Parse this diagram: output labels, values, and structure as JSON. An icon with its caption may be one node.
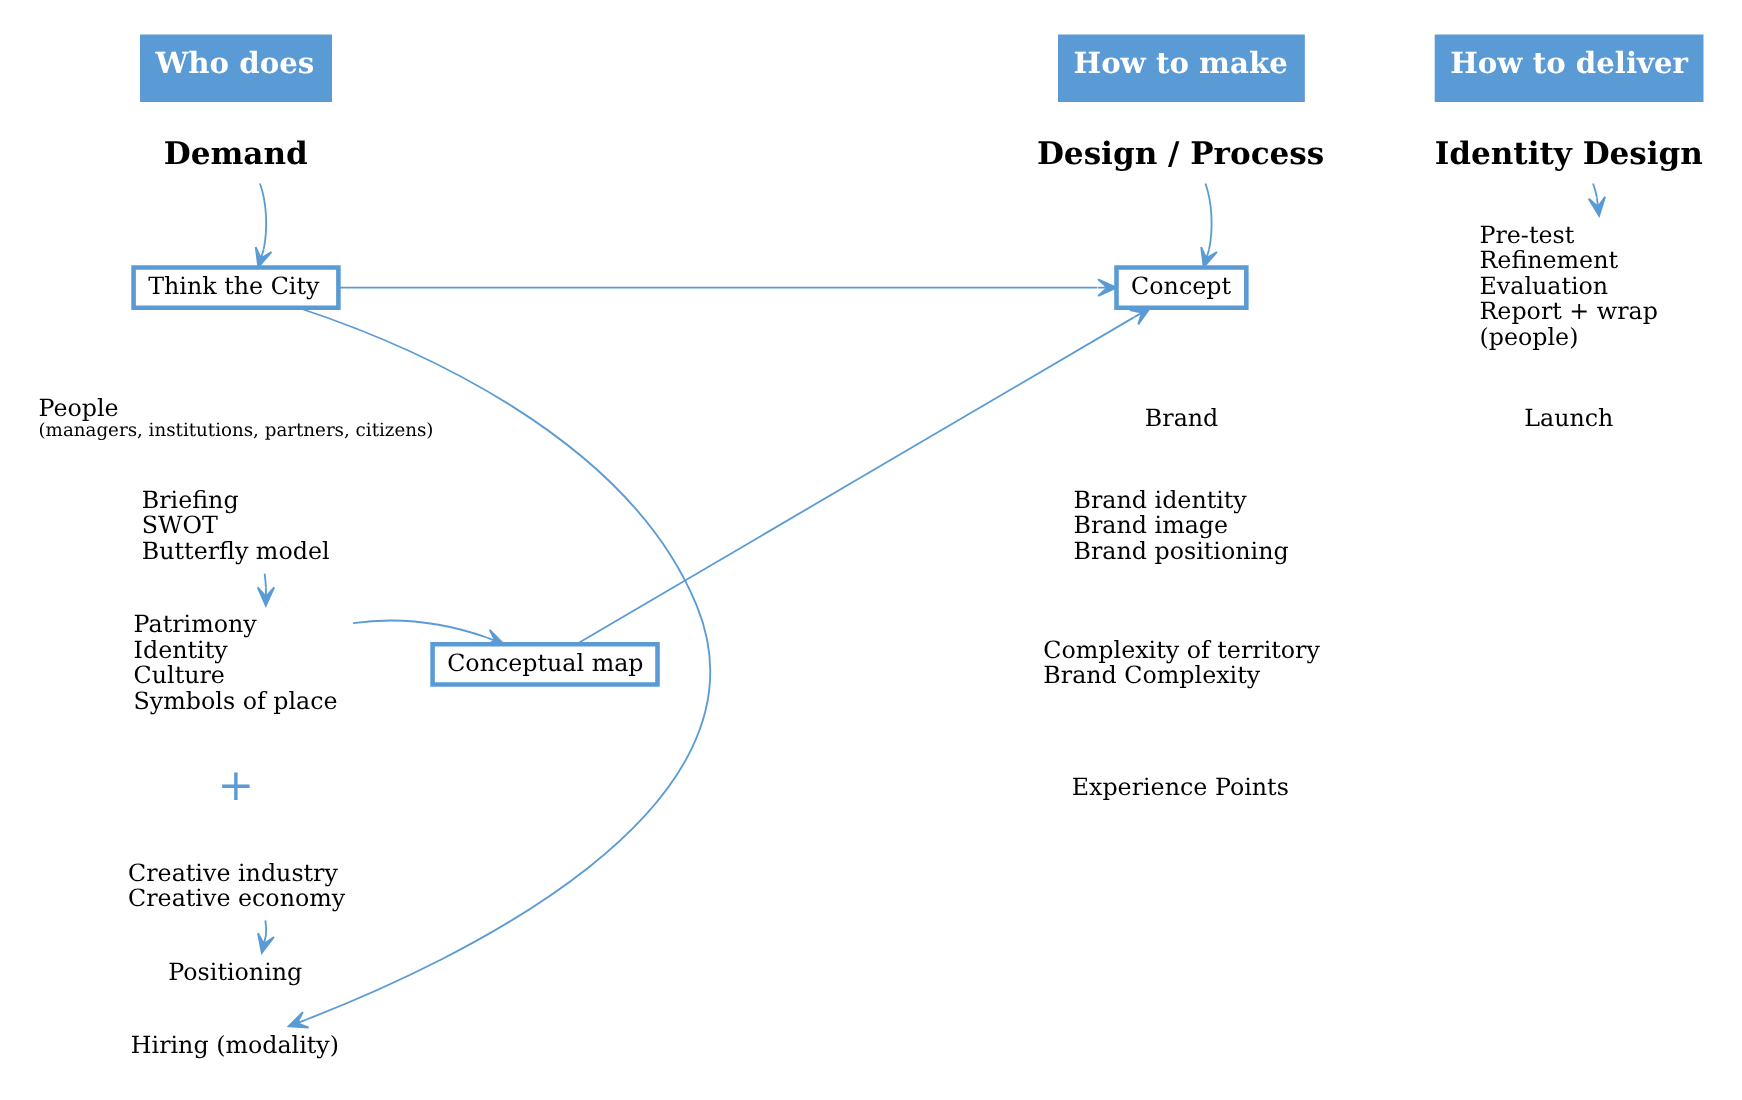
{
  "diagram": {
    "nodes": [
      {
        "text": [
          "Who does"
        ]
      },
      {
        "text": [
          "How to make"
        ]
      },
      {
        "text": [
          "How to deliver"
        ]
      },
      {
        "text": [
          "Demand"
        ]
      },
      {
        "text": [
          "Think the City"
        ]
      },
      {
        "text": [
          "People",
          "(managers, institutions, partners, citizens)"
        ]
      },
      {
        "text": [
          "Briefing",
          "SWOT",
          "Butterfly model"
        ]
      },
      {
        "text": [
          "Patrimony",
          "Identity",
          "Culture",
          "Symbols of place"
        ]
      },
      {
        "text": [
          "Creative industry",
          "Creative economy"
        ]
      },
      {
        "text": [
          "Positioning"
        ]
      },
      {
        "text": [
          "Hiring (modality)"
        ]
      },
      {
        "text": [
          "Conceptual map"
        ]
      },
      {
        "text": [
          "Design / Process"
        ]
      },
      {
        "text": [
          "Concept"
        ]
      },
      {
        "text": [
          "Brand"
        ]
      },
      {
        "text": [
          "Brand identity",
          "Brand image",
          "Brand positioning"
        ]
      },
      {
        "text": [
          "Complexity of territory",
          "Brand Complexity"
        ]
      },
      {
        "text": [
          "Experience Points"
        ]
      },
      {
        "text": [
          "Identity Design"
        ]
      },
      {
        "text": [
          "Pre-test",
          "Refinement",
          "Evaluation",
          "Report + wrap",
          "(people)"
        ]
      },
      {
        "text": [
          "Launch"
        ]
      }
    ],
    "edges": [
      {
        "from": 3,
        "to": 4,
        "arrow": "to"
      },
      {
        "from": 4,
        "to": 13,
        "arrow": "to"
      },
      {
        "from": 4,
        "to": 10,
        "arrow": "to"
      },
      {
        "from": 6,
        "to": 7,
        "arrow": "to"
      },
      {
        "from": 7,
        "to": 11,
        "arrow": "to"
      },
      {
        "from": 11,
        "to": 13,
        "arrow": "to"
      },
      {
        "from": 8,
        "to": 9,
        "arrow": "to"
      },
      {
        "from": 12,
        "to": 13,
        "arrow": "to"
      },
      {
        "from": 18,
        "to": 19,
        "arrow": "to"
      }
    ],
    "labels": [
      "+"
    ]
  }
}
